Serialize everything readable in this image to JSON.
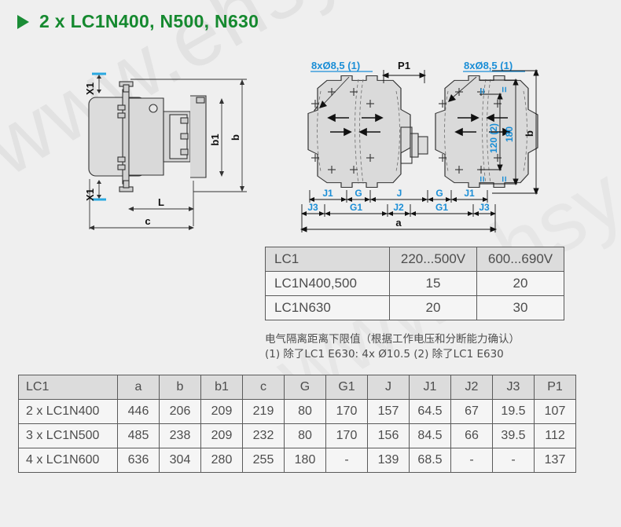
{
  "page": {
    "background_color": "#efefef",
    "watermark_text": "www.ehsy.com",
    "watermark_color": "#e4e4e4"
  },
  "header": {
    "bullet_icon": "triangle-right-icon",
    "title": "2 x LC1N400, N500, N630",
    "accent_color": "#15892f"
  },
  "drawings": {
    "left": {
      "name": "side-view-drawing",
      "labels": {
        "x1_top": "X1",
        "x1_bottom": "X1",
        "b1": "b1",
        "b": "b",
        "l": "L",
        "c": "c"
      }
    },
    "right": {
      "name": "front-view-drawing",
      "callout_left": "8xØ8,5 (1)",
      "callout_right": "8xØ8,5 (1)",
      "labels": {
        "p1": "P1",
        "h120": "120 (2)",
        "h180": "180",
        "b": "b",
        "a": "a",
        "row1": [
          "J1",
          "G",
          "J",
          "G",
          "J1"
        ],
        "row2": [
          "J3",
          "G1",
          "J2",
          "G1",
          "J3"
        ],
        "equal_mark": "="
      },
      "accent_color": "#1b8ed6"
    }
  },
  "voltage_table": {
    "name": "isolation-distance-table",
    "headers": [
      "LC1",
      "220...500V",
      "600...690V"
    ],
    "rows": [
      {
        "label": "LC1N400,500",
        "v1": "15",
        "v2": "20"
      },
      {
        "label": "LC1N630",
        "v1": "20",
        "v2": "30"
      }
    ]
  },
  "notes": {
    "line1": "电气隔离距离下限值（根据工作电压和分断能力确认）",
    "line2": "(1) 除了LC1 E630: 4x Ø10.5 (2) 除了LC1 E630"
  },
  "dims_table": {
    "name": "dimensions-table",
    "headers": [
      "LC1",
      "a",
      "b",
      "b1",
      "c",
      "G",
      "G1",
      "J",
      "J1",
      "J2",
      "J3",
      "P1"
    ],
    "rows": [
      [
        "2 x LC1N400",
        "446",
        "206",
        "209",
        "219",
        "80",
        "170",
        "157",
        "64.5",
        "67",
        "19.5",
        "107"
      ],
      [
        "3 x LC1N500",
        "485",
        "238",
        "209",
        "232",
        "80",
        "170",
        "156",
        "84.5",
        "66",
        "39.5",
        "112"
      ],
      [
        "4 x LC1N600",
        "636",
        "304",
        "280",
        "255",
        "180",
        "-",
        "139",
        "68.5",
        "-",
        "-",
        "137"
      ]
    ]
  }
}
